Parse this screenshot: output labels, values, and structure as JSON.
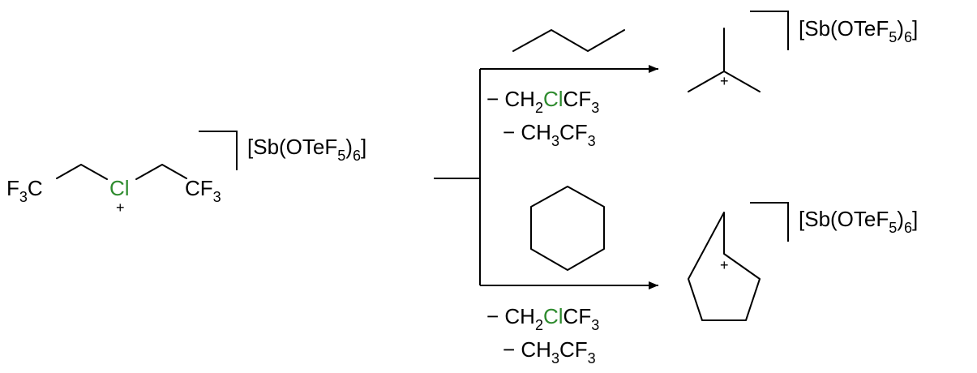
{
  "reactant": {
    "left_group": {
      "main": "F",
      "sub": "3",
      "tail": "C"
    },
    "center_atom": "Cl",
    "charge": "+",
    "right_group": {
      "main": "CF",
      "sub": "3"
    },
    "counterion": {
      "a": "[Sb(OTeF",
      "b": "5",
      "c": ")",
      "d": "6",
      "e": "]"
    }
  },
  "upper_path": {
    "byproduct_1": {
      "a": "− CH",
      "b": "2",
      "c": "Cl",
      "d": "CF",
      "e": "3"
    },
    "byproduct_2": {
      "a": "− CH",
      "b": "3",
      "c": "CF",
      "d": "3"
    },
    "product_charge": "+",
    "counterion": {
      "a": "[Sb(OTeF",
      "b": "5",
      "c": ")",
      "d": "6",
      "e": "]"
    }
  },
  "lower_path": {
    "byproduct_1": {
      "a": "− CH",
      "b": "2",
      "c": "Cl",
      "d": "CF",
      "e": "3"
    },
    "byproduct_2": {
      "a": "− CH",
      "b": "3",
      "c": "CF",
      "d": "3"
    },
    "product_charge": "+",
    "counterion": {
      "a": "[Sb(OTeF",
      "b": "5",
      "c": ")",
      "d": "6",
      "e": "]"
    }
  },
  "colors": {
    "chlorine": "#2e8b2e",
    "ink": "#000000"
  }
}
